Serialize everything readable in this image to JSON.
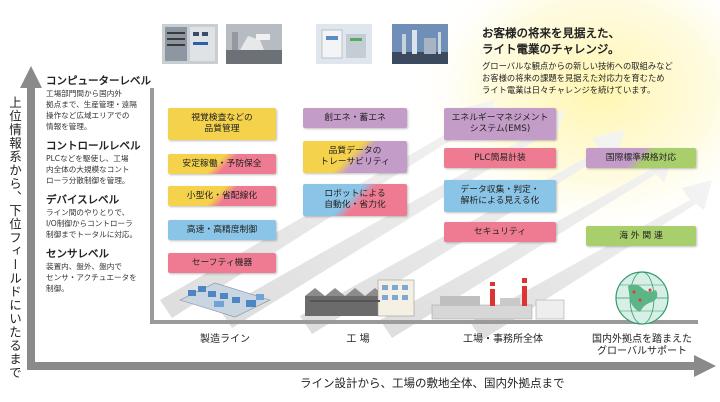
{
  "axes": {
    "vertical_label": "上位情報系から、下位フィールドにいたるまで",
    "horizontal_label": "ライン設計から、工場の敷地全体、国内外拠点まで"
  },
  "levels": [
    {
      "title": "コンピューターレベル",
      "desc": [
        "工場部門間から国内外",
        "拠点まで、生産管理・遠隔",
        "操作など広域エリアでの",
        "情報を管理。"
      ]
    },
    {
      "title": "コントロールレベル",
      "desc": [
        "PLCなどを駆使し、工場",
        "内全体の大規模なコント",
        "ローラ分散制御を管理。"
      ]
    },
    {
      "title": "デバイスレベル",
      "desc": [
        "ライン間のやりとりで、",
        "I/O制御からコントローラ",
        "制御までトータルに対応。"
      ]
    },
    {
      "title": "センサレベル",
      "desc": [
        "装置内、盤外、盤内で",
        "センサ・アクチュエータを",
        "制御。"
      ]
    }
  ],
  "headline": [
    "お客様の将来を見据えた、",
    "ライト電業のチャレンジ。"
  ],
  "subtext": [
    "グローバルな観点からの新しい技術への取組みなど",
    "お客様の将来の課題を見据えた対応力を育むため",
    "ライト電業は日々チャレンジを続けています。"
  ],
  "photos": [
    "control-panel-photo",
    "factory-robot-photo",
    "industrial-equipment-photo",
    "plant-exterior-photo"
  ],
  "tags": [
    {
      "id": "tag-visual-inspection",
      "lines": [
        "視覚検査などの",
        "品質管理"
      ],
      "color": "yellow"
    },
    {
      "id": "tag-stable-operation",
      "lines": [
        "安定稼働・予防保全"
      ],
      "color": "yellowpink"
    },
    {
      "id": "tag-miniaturization",
      "lines": [
        "小型化・省配線化"
      ],
      "color": "yellowpink"
    },
    {
      "id": "tag-high-speed-control",
      "lines": [
        "高速・高精度制御"
      ],
      "color": "blue"
    },
    {
      "id": "tag-safety-devices",
      "lines": [
        "セーフティ機器"
      ],
      "color": "pink"
    },
    {
      "id": "tag-energy-saving",
      "lines": [
        "創エネ・蓄エネ"
      ],
      "color": "purple"
    },
    {
      "id": "tag-traceability",
      "lines": [
        "品質データの",
        "トレーサビリティ"
      ],
      "color": "yellowpurple"
    },
    {
      "id": "tag-robot-automation",
      "lines": [
        "ロボットによる",
        "自動化・省力化"
      ],
      "color": "bluepink"
    },
    {
      "id": "tag-ems",
      "lines": [
        "エネルギーマネジメント",
        "システム(EMS)"
      ],
      "color": "purple"
    },
    {
      "id": "tag-plc",
      "lines": [
        "PLC簡易計装"
      ],
      "color": "pink"
    },
    {
      "id": "tag-data-visualization",
      "lines": [
        "データ収集・判定・",
        "解析による見える化"
      ],
      "color": "blue"
    },
    {
      "id": "tag-security",
      "lines": [
        "セキュリティ"
      ],
      "color": "pink"
    },
    {
      "id": "tag-intl-standards",
      "lines": [
        "国際標準規格対応"
      ],
      "color": "purplegreen"
    },
    {
      "id": "tag-overseas",
      "lines": [
        "海 外 関 連"
      ],
      "color": "green"
    }
  ],
  "bottom_labels": [
    {
      "id": "label-production-line",
      "lines": [
        "製造ライン"
      ]
    },
    {
      "id": "label-factory",
      "lines": [
        "工  場"
      ]
    },
    {
      "id": "label-factory-office",
      "lines": [
        "工場・事務所全体"
      ]
    },
    {
      "id": "label-global-support",
      "lines": [
        "国内外拠点を踏まえた",
        "グローバルサポート"
      ]
    }
  ],
  "colors": {
    "yellow": "#f4d24c",
    "green": "#a9cf6d",
    "blue": "#8ac4e6",
    "pink": "#ef7b92",
    "purple": "#c49cc8",
    "axis": "#8a8a8a",
    "arrow": "#e8e8e8"
  }
}
